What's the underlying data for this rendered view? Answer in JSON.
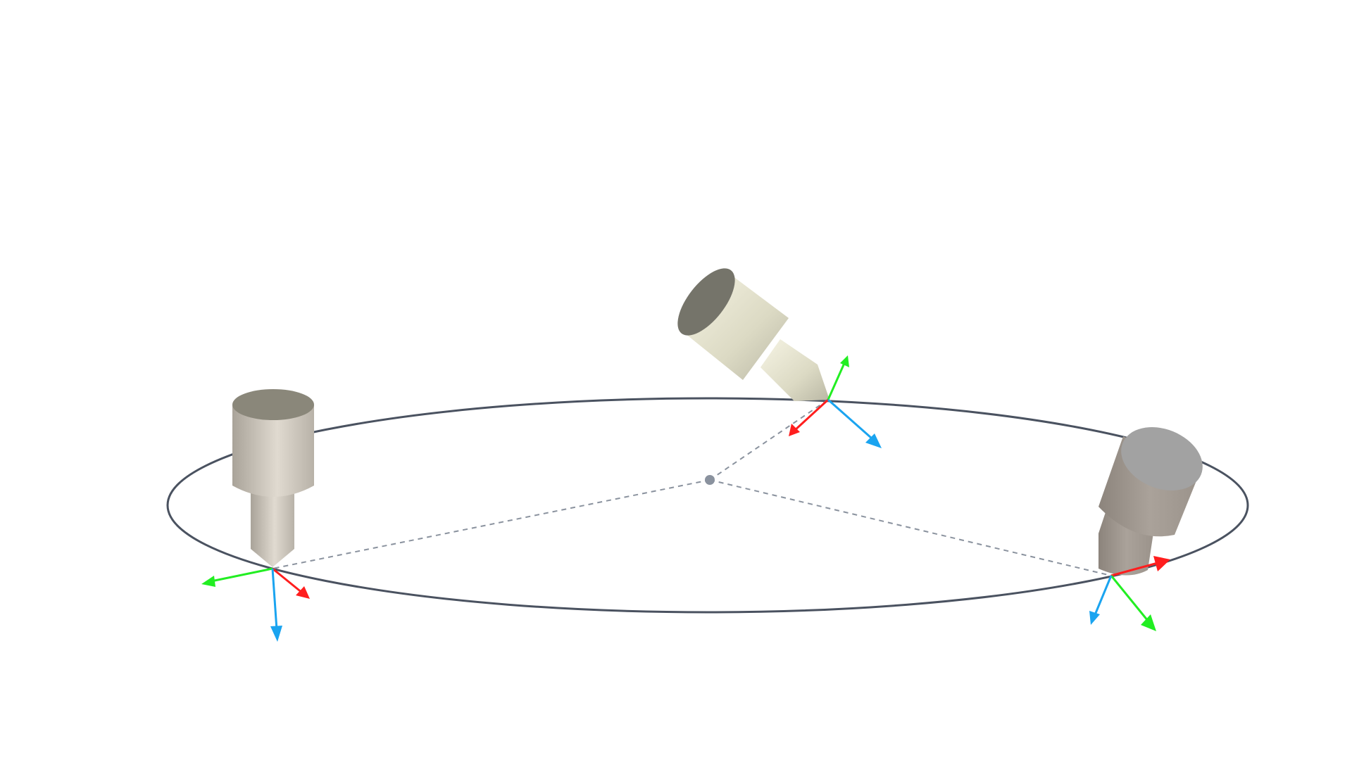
{
  "scene": {
    "background": "#ffffff",
    "path_color": "#4a5260",
    "center_color": "#8a929e",
    "guide_color": "#8a929e",
    "axis_colors": {
      "x": "#ff1e1e",
      "y": "#22ee22",
      "z": "#1aa4f0"
    },
    "path": {
      "name": "circular-toolpath",
      "shape": "ellipse"
    },
    "tools": [
      {
        "name": "tool-left",
        "body_color": "#d2ccc2",
        "cap_color": "#8a877a"
      },
      {
        "name": "tool-top",
        "body_color": "#e8e6d2",
        "cap_color": "#75746a"
      },
      {
        "name": "tool-right",
        "body_color": "#a09890",
        "cap_color": "#a2a2a2"
      }
    ]
  }
}
